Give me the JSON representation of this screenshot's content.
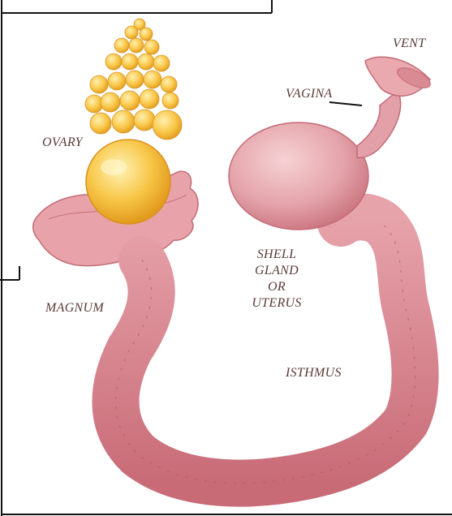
{
  "labels": {
    "vent": "VENT",
    "vagina": "VAGINA",
    "ovary": "OVARY",
    "magnum": "MAGNUM",
    "shell_gland": [
      "SHELL",
      "GLAND",
      "OR",
      "UTERUS"
    ],
    "isthmus": "ISTHMUS"
  },
  "colors": {
    "oviduct": "#d98a93",
    "oviduct_dark": "#b85a66",
    "uterus": "#e6a8ae",
    "yolk": "#f7c344",
    "yolk_light": "#fde7a0",
    "text": "#5a3a36",
    "frame": "#111111"
  }
}
